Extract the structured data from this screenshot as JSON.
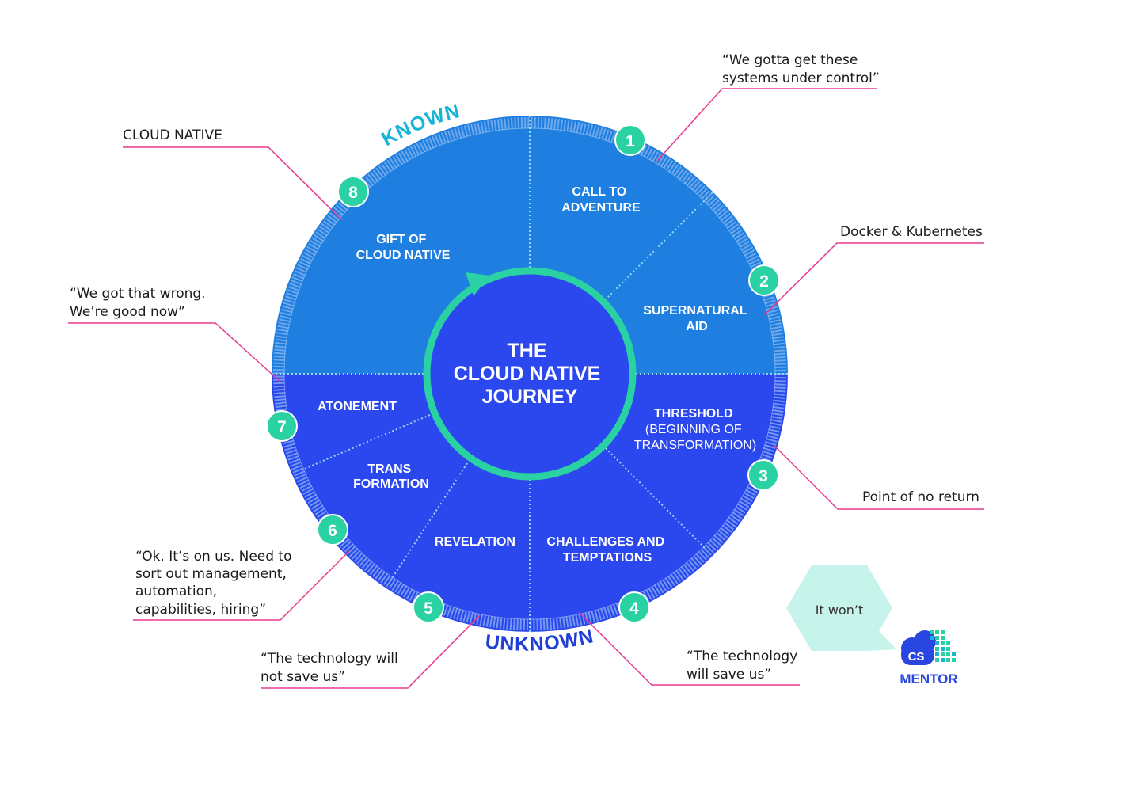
{
  "title": {
    "line1": "THE",
    "line2": "CLOUD NATIVE",
    "line3": "JOURNEY"
  },
  "arc_labels": {
    "top": "KNOWN",
    "bottom": "UNKNOWN"
  },
  "stages": [
    {
      "number": "1",
      "label_lines": [
        "CALL TO",
        "ADVENTURE"
      ]
    },
    {
      "number": "2",
      "label_lines": [
        "SUPERNATURAL",
        "AID"
      ]
    },
    {
      "number": "3",
      "label_lines": [
        "THRESHOLD",
        "(BEGINNING OF",
        "TRANSFORMATION)"
      ]
    },
    {
      "number": "4",
      "label_lines": [
        "CHALLENGES AND",
        "TEMPTATIONS"
      ]
    },
    {
      "number": "5",
      "label_lines": [
        "REVELATION"
      ]
    },
    {
      "number": "6",
      "label_lines": [
        "TRANS",
        "FORMATION"
      ]
    },
    {
      "number": "7",
      "label_lines": [
        "ATONEMENT"
      ]
    },
    {
      "number": "8",
      "label_lines": [
        "GIFT OF",
        "CLOUD NATIVE"
      ]
    }
  ],
  "callouts": [
    {
      "stage": "1",
      "lines": [
        "“We gotta get these",
        "systems under control”"
      ]
    },
    {
      "stage": "2",
      "lines": [
        "Docker & Kubernetes"
      ]
    },
    {
      "stage": "3",
      "lines": [
        "Point of no return"
      ]
    },
    {
      "stage": "4",
      "lines": [
        "“The technology",
        "will save us”"
      ]
    },
    {
      "stage": "5",
      "lines": [
        "“The technology will",
        "not save us”"
      ]
    },
    {
      "stage": "6",
      "lines": [
        "“Ok. It’s on us. Need to",
        "sort out management,",
        "automation,",
        "capabilities, hiring”"
      ]
    },
    {
      "stage": "7",
      "lines": [
        "“We got that wrong.",
        "We’re good now”"
      ]
    },
    {
      "stage": "8",
      "lines": [
        "CLOUD NATIVE"
      ]
    }
  ],
  "speech_bubble": "It won’t",
  "logo": {
    "badge": "CS",
    "name": "MENTOR"
  },
  "colors": {
    "known_fill": "#1e7fe0",
    "unknown_fill": "#2b47ee",
    "center_fill": "#2b47ee",
    "ring_accent": "#2ad1a3",
    "badge_fill": "#2ad1a3",
    "known_text": "#16b5d8",
    "unknown_text": "#1f3fd6",
    "leader_line": "#e8388e",
    "bubble_fill": "#c6f3ea"
  }
}
